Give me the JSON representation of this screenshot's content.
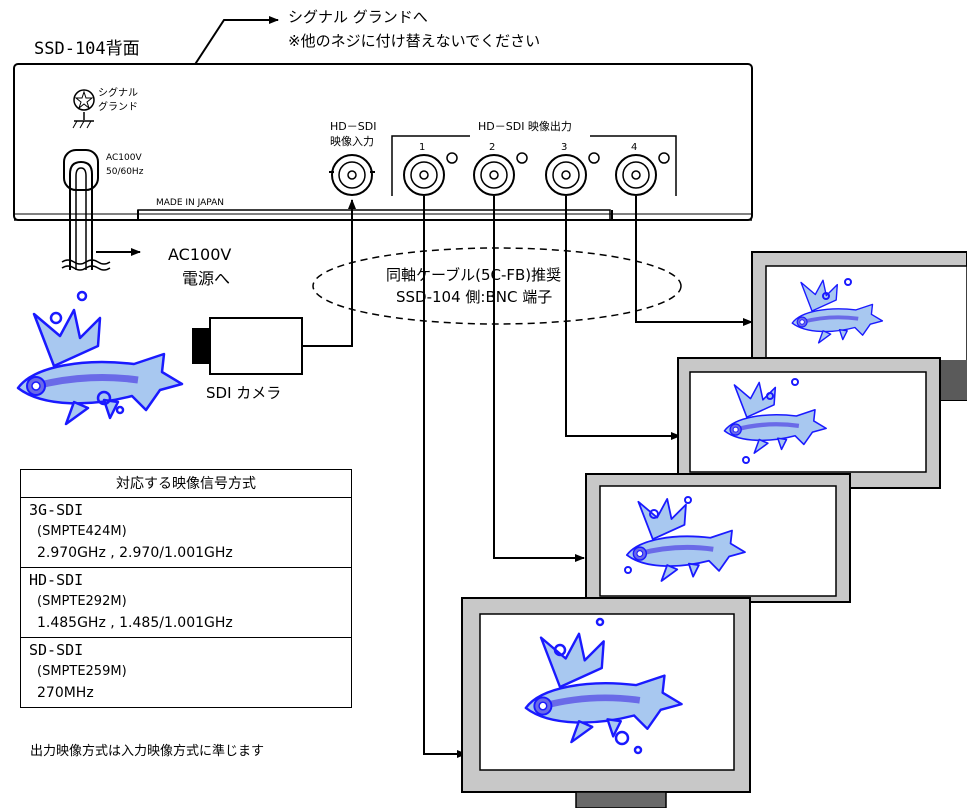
{
  "rear_panel": {
    "title": "SSD-104背面",
    "ground_callout_line1": "シグナル グランドへ",
    "ground_callout_line2": "※他のネジに付け替えないでください",
    "ground_label_line1": "シグナル",
    "ground_label_line2": "グランド",
    "power_spec_line1": "AC100V",
    "power_spec_line2": "50/60Hz",
    "made_in": "MADE IN JAPAN",
    "input_label_line1": "HD－SDI",
    "input_label_line2": "映像入力",
    "output_label": "HD－SDI 映像出力",
    "output_ports": [
      "1",
      "2",
      "3",
      "4"
    ]
  },
  "power": {
    "line1": "AC100V",
    "line2": "電源へ"
  },
  "cable_note": {
    "line1": "同軸ケーブル(5C-FB)推奨",
    "line2": "SSD-104 側:BNC 端子"
  },
  "camera": {
    "label": "SDI カメラ"
  },
  "spec_table": {
    "header": "対応する映像信号方式",
    "formats": [
      {
        "name": "3G-SDI",
        "standard": "(SMPTE424M)",
        "frequency": "2.970GHz , 2.970/1.001GHz"
      },
      {
        "name": "HD-SDI",
        "standard": "(SMPTE292M)",
        "frequency": "1.485GHz , 1.485/1.001GHz"
      },
      {
        "name": "SD-SDI",
        "standard": "(SMPTE259M)",
        "frequency": "270MHz"
      }
    ]
  },
  "footer_note": "出力映像方式は入力映像方式に準じます",
  "colors": {
    "fish_body": "#a8c8f0",
    "fish_accent": "#6a6ae8",
    "line_blue": "#1a1aff",
    "monitor_bezel": "#c8c8c8"
  }
}
